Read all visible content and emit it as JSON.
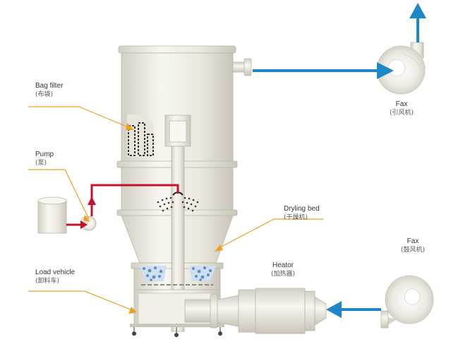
{
  "labels": {
    "bag_filter": {
      "en": "Bag filter",
      "cn": "(布袋)"
    },
    "pump": {
      "en": "Pump",
      "cn": "(泵)"
    },
    "load_vehicle": {
      "en": "Load vehicle",
      "cn": "(卸料车)"
    },
    "fax_top": {
      "en": "Fax",
      "cn": "(引风机)"
    },
    "drying_bed": {
      "en": "Dryling bed",
      "cn": "(干燥机)"
    },
    "heater": {
      "en": "Heator",
      "cn": "(加热器)"
    },
    "fax_bottom": {
      "en": "Fax",
      "cn": "(鼓风机)"
    }
  },
  "colors": {
    "air_flow": "#1f86c8",
    "material_flow": "#c8102e",
    "leader_line": "#f0a020",
    "equipment": "#ece9df"
  }
}
